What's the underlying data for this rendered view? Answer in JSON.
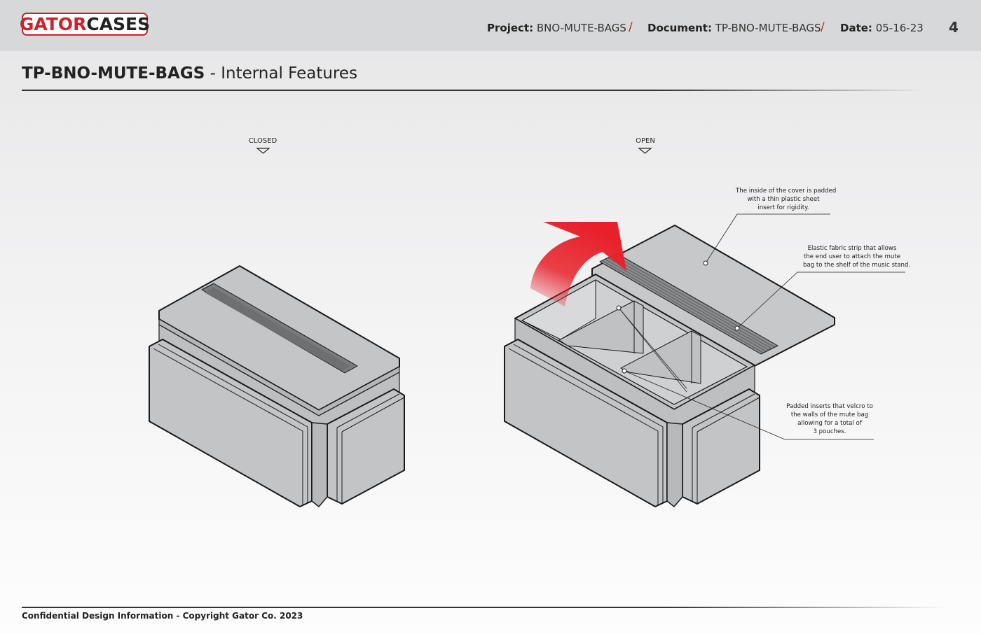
{
  "header": {
    "logo": {
      "part1": "GATOR",
      "part2": "CASES"
    },
    "project_label": "Project:",
    "project_value": "BNO-MUTE-BAGS",
    "document_label": "Document:",
    "document_value": "TP-BNO-MUTE-BAGS",
    "date_label": "Date:",
    "date_value": "05-16-23",
    "separator": "/",
    "page_number": "4"
  },
  "title": {
    "bold": "TP-BNO-MUTE-BAGS",
    "rest": " - Internal Features"
  },
  "views": {
    "closed": "CLOSED",
    "open": "OPEN"
  },
  "callouts": {
    "cover": [
      "The inside of the cover is padded",
      "with a thin plastic sheet",
      "insert for rigidity."
    ],
    "strip": [
      "Elastic fabric strip that allows",
      "the end user to attach the mute",
      "bag to the shelf of the music stand."
    ],
    "inserts": [
      "Padded inserts that velcro to",
      "the walls of the mute bag",
      "allowing for a total of",
      "3 pouches."
    ]
  },
  "footer": "Confidential Design Information - Copyright Gator Co. 2023",
  "colors": {
    "brand_red": "#d0202a",
    "arrow_red": "#e8202a",
    "body_gray": "#c8c9cb",
    "outline": "#1a1a1a"
  }
}
